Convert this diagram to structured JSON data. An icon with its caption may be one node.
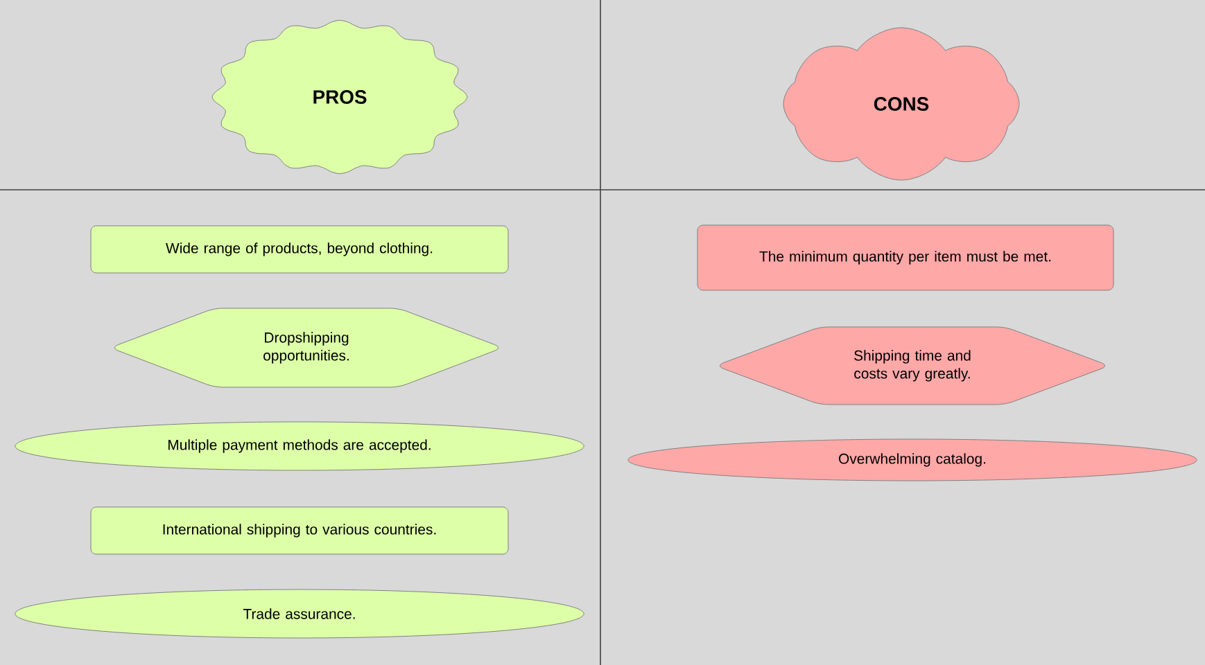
{
  "diagram": {
    "nodes": [
      {
        "text": [
          "PROS"
        ]
      },
      {
        "text": [
          "CONS"
        ]
      },
      {
        "text": [
          "Wide range of products, beyond clothing."
        ]
      },
      {
        "text": [
          "Dropshipping opportunities."
        ]
      },
      {
        "text": [
          "Multiple payment methods are accepted."
        ]
      },
      {
        "text": [
          "International shipping to various countries."
        ]
      },
      {
        "text": [
          "Trade assurance."
        ]
      },
      {
        "text": [
          "The minimum quantity per item must be met."
        ]
      },
      {
        "text": [
          "Shipping time and costs vary greatly."
        ]
      },
      {
        "text": [
          "Overwhelming catalog."
        ]
      }
    ]
  }
}
